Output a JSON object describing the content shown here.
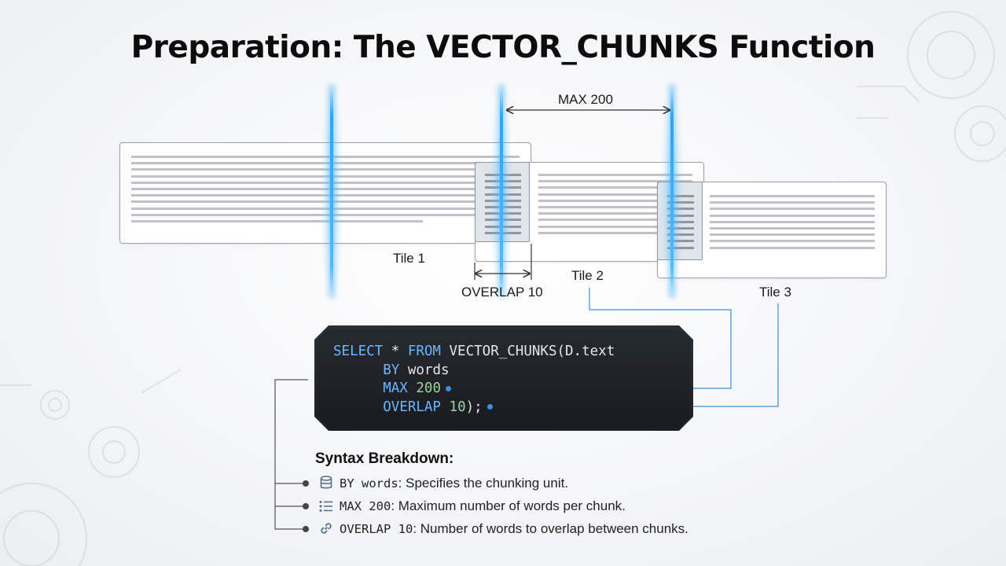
{
  "title": "Preparation: The VECTOR_CHUNKS Function",
  "diagram": {
    "max_label": "MAX 200",
    "overlap_label": "OVERLAP 10",
    "tiles": [
      {
        "label": "Tile 1"
      },
      {
        "label": "Tile 2"
      },
      {
        "label": "Tile 3"
      }
    ]
  },
  "code": {
    "line1_kw1": "SELECT",
    "line1_mid": " * ",
    "line1_kw2": "FROM",
    "line1_rest": " VECTOR_CHUNKS(D.text",
    "line2_kw": "BY",
    "line2_rest": " words",
    "line3_kw": "MAX",
    "line3_num": "200",
    "line4_kw": "OVERLAP",
    "line4_num": "10",
    "line4_rest": ");"
  },
  "breakdown": {
    "title": "Syntax Breakdown:",
    "items": [
      {
        "icon": "database-icon",
        "code": "BY words",
        "text": ": Specifies the chunking unit."
      },
      {
        "icon": "list-icon",
        "code": "MAX 200",
        "text": ": Maximum number of words per chunk."
      },
      {
        "icon": "link-icon",
        "code": "OVERLAP 10",
        "text": ": Number of words to overlap between chunks."
      }
    ]
  },
  "colors": {
    "beam": "#29a4ff",
    "keyword": "#6cb6ff",
    "number": "#9bd39a",
    "connector": "#3d8fd8"
  }
}
